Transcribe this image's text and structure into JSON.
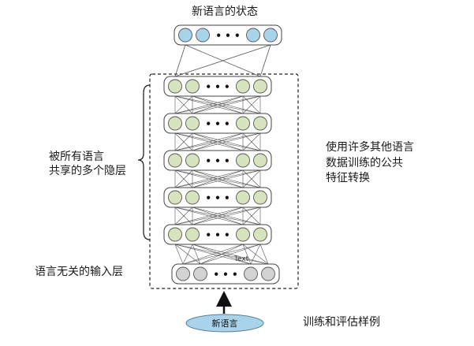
{
  "title_top": "新语言的状态",
  "label_left_top_line1": "被所有语言",
  "label_left_top_line2": "共享的多个隐层",
  "label_left_bottom": "语言无关的输入层",
  "label_right_line1": "使用许多其他语言",
  "label_right_line2": "数据训练的公共",
  "label_right_line3": "特征转换",
  "input_ellipse_label": "新语言",
  "label_bottom_right": "训练和评估样例",
  "annotation_small": "Text",
  "ellipsis": "• • •",
  "colors": {
    "output_node": "#a9d3ea",
    "hidden_node": "#d7e3bc",
    "input_node": "#d2d2d2",
    "ellipse_fill": "#a9d3ea",
    "stroke": "#555555"
  }
}
